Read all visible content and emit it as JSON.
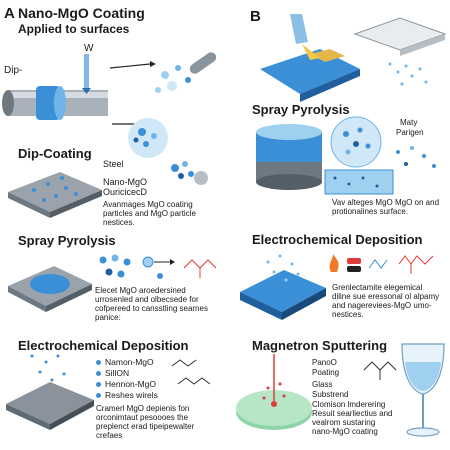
{
  "panel_a": {
    "letter": "A",
    "title": "Nano-MgO Coating",
    "subtitle": "Applied to surfaces",
    "w_label": "W",
    "dip_label": "Dip-"
  },
  "panel_b": {
    "letter": "B"
  },
  "dip_coating": {
    "heading": "Dip-Coating",
    "steel": "Steel",
    "nano1": "Nano-MgO",
    "nano2": "OuricicecD",
    "desc": [
      "Avanmages MgO coating",
      "particles and MgO particle",
      "nestices."
    ]
  },
  "spray_right": {
    "heading": "Spray Pyrolysis",
    "label1": "Maty",
    "label2": "Parigen",
    "desc": [
      "Vav alteges MgO MgO on and",
      "protionalines surface."
    ]
  },
  "spray_left": {
    "heading": "Spray Pyrolysis",
    "desc": [
      "Elecet MgO aroedersined",
      "urrosenled and olbecsede for",
      "cofpereed to cansstling searnes",
      "panice:"
    ]
  },
  "electro_right": {
    "heading": "Electrochemical Deposition",
    "desc": [
      "Grenlectamite elegemical",
      "diline sue eressonal ol alpamy",
      "and nagereviees-MgO umo-",
      "nestices."
    ]
  },
  "electro_left": {
    "heading": "Electrochemical Deposition",
    "bullets": [
      "Namon-MgO",
      "SillON",
      "Hennon-MgO",
      "Reshes wirels"
    ],
    "desc": [
      "Cramerl MgO depienis fon",
      "orconimtaut pesoooes the",
      "preplenct erad tipeipewalter",
      "crefaes"
    ]
  },
  "magnetron": {
    "heading": "Magnetron Sputtering",
    "lines": [
      "PanoO",
      "Poating",
      "Glass",
      "Substrend",
      "Clomison lmderering",
      "Resuit searliectius and",
      "vealrom sustaring",
      "nano-MgO coating"
    ]
  },
  "colors": {
    "steel": "#9aa3ab",
    "blue": "#3b8fd6",
    "light_blue": "#9fd0f0",
    "dark_blue": "#1f5f9e",
    "green": "#8fd3a8",
    "red": "#e03b3b"
  }
}
